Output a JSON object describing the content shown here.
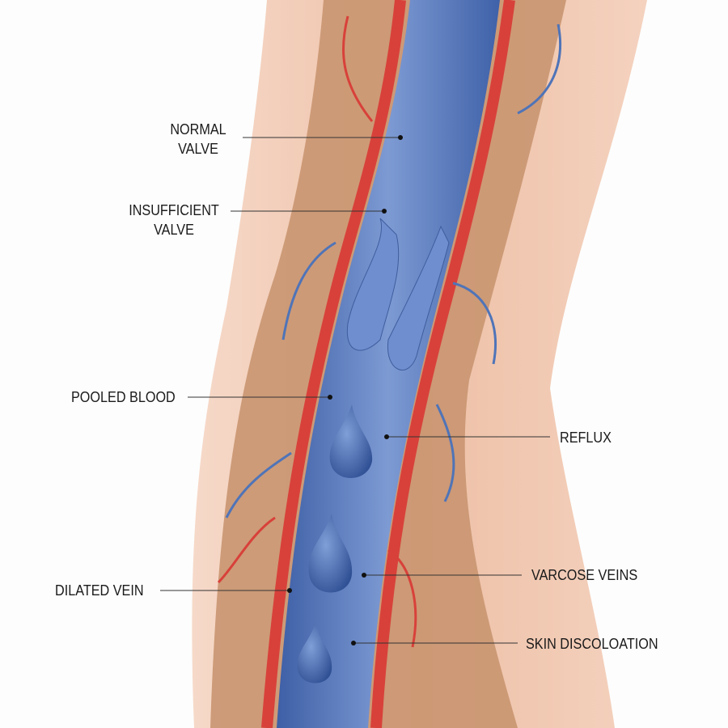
{
  "labels": {
    "normal_valve": [
      "NORMAL",
      "VALVE"
    ],
    "insufficient_valve": [
      "INSUFFICIENT",
      "VALVE"
    ],
    "pooled_blood": "POOLED BLOOD",
    "reflux": "REFLUX",
    "dilated_vein": "DILATED VEIN",
    "varicose_veins": "VARCOSE VEINS",
    "skin_discoloration": "SKIN DISCOLOATION"
  },
  "colors": {
    "skin": "#f2c9b3",
    "tissue": "#c99570",
    "vein": "#4f74b8",
    "artery": "#d8413a",
    "leader": "#333333"
  }
}
